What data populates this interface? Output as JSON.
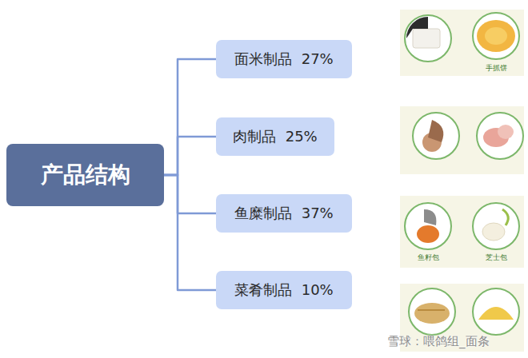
{
  "diagram": {
    "nodes": [
      {
        "text": [
          "产品结构"
        ]
      },
      {
        "text": [
          "面米制品  27%"
        ]
      },
      {
        "text": [
          "肉制品  25%"
        ]
      },
      {
        "text": [
          "鱼糜制品  37%"
        ]
      },
      {
        "text": [
          "菜肴制品  10%"
        ]
      }
    ],
    "edges": [
      {
        "from": 0,
        "to": 1,
        "arrow": "none"
      },
      {
        "from": 0,
        "to": 2,
        "arrow": "none"
      },
      {
        "from": 0,
        "to": 3,
        "arrow": "none"
      },
      {
        "from": 0,
        "to": 4,
        "arrow": "none"
      }
    ],
    "labels": [
      "手抓饼",
      "鱼籽包",
      "芝士包",
      "雪球：喂鸽组_面条"
    ]
  }
}
